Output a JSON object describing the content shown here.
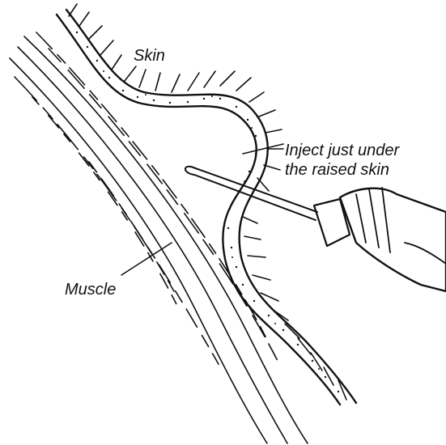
{
  "labels": {
    "skin": "Skin",
    "inject_line1": "Inject just under",
    "inject_line2": "the raised skin",
    "muscle": "Muscle"
  },
  "colors": {
    "ink": "#111111",
    "background": "#ffffff"
  }
}
